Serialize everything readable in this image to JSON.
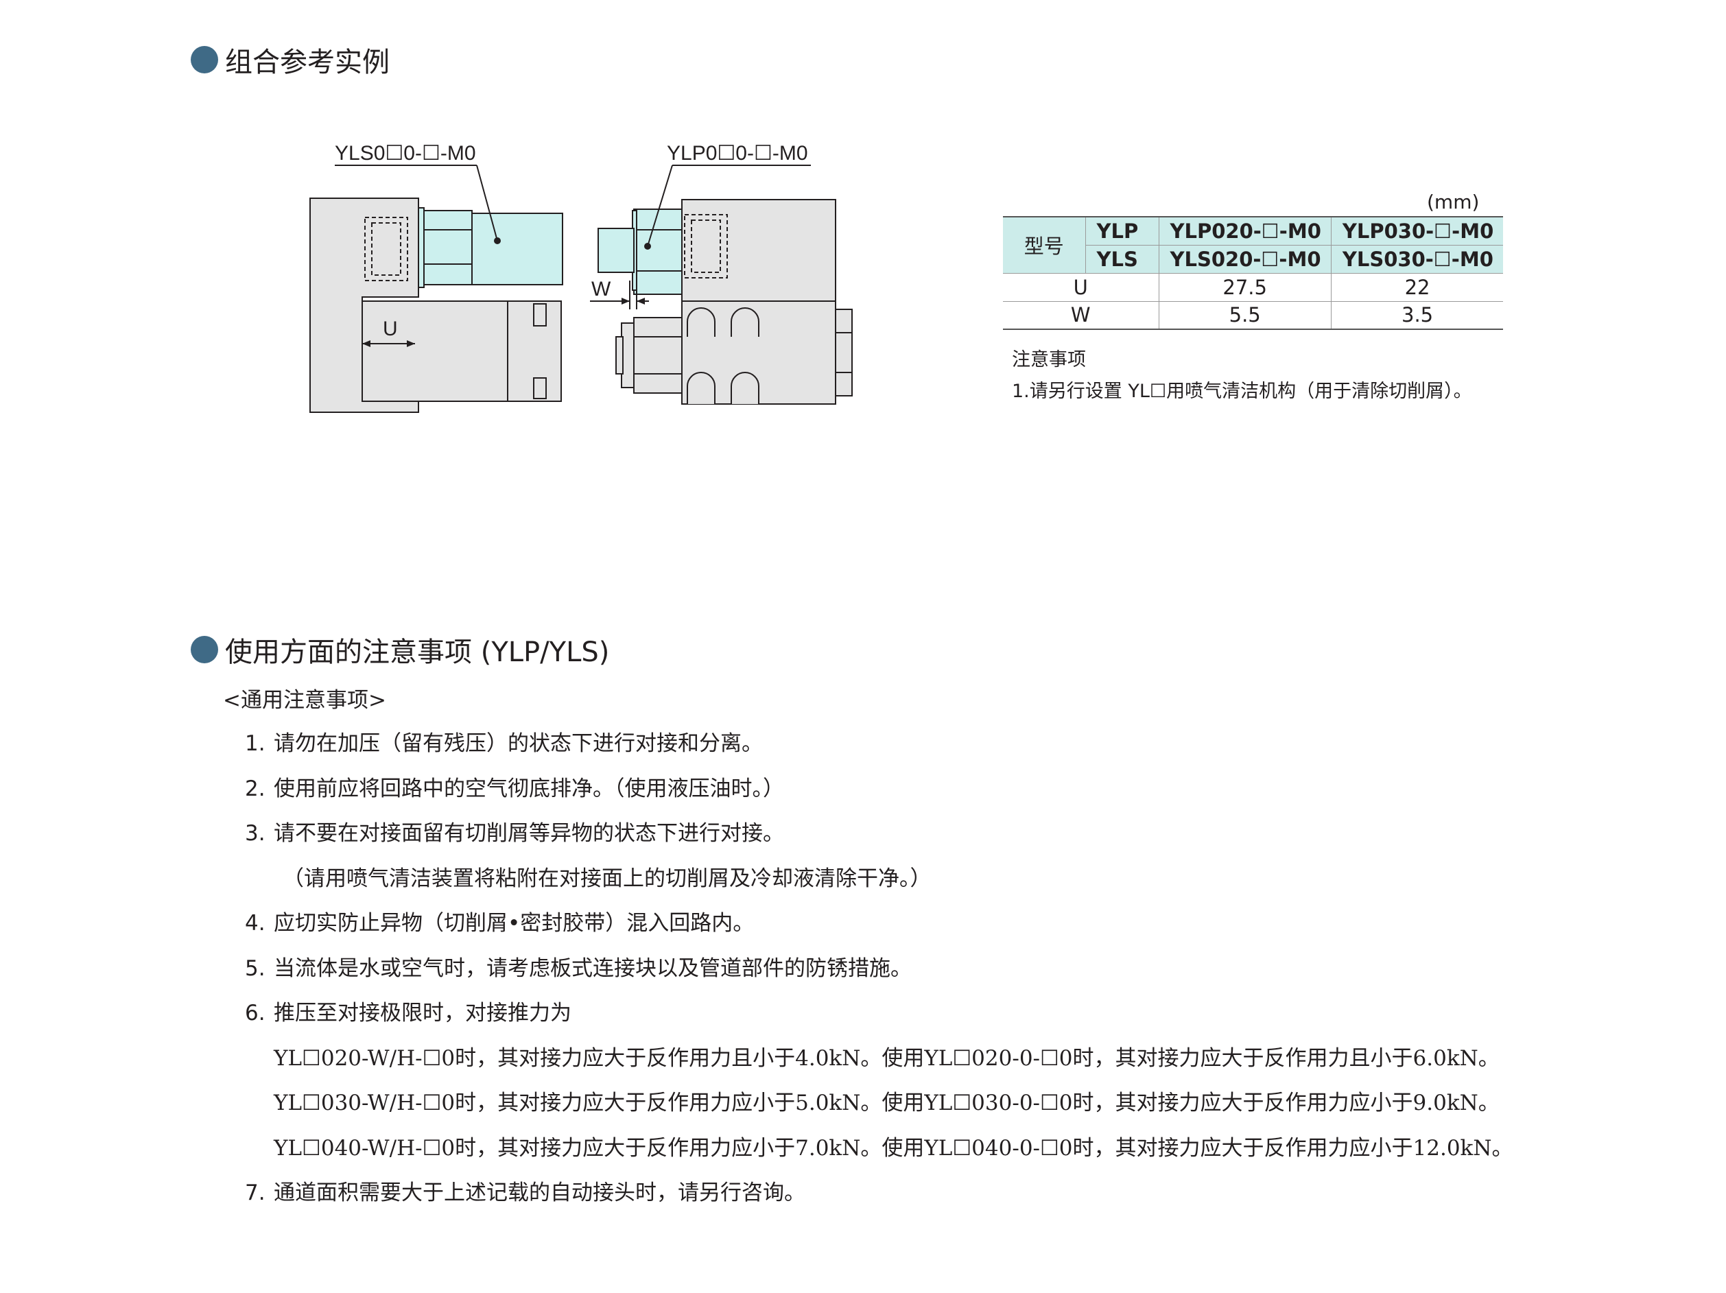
{
  "section1": {
    "title": "组合参考实例"
  },
  "diagram": {
    "label_yls": "YLS0☐0-☐-M0",
    "label_ylp": "YLP0☐0-☐-M0",
    "dim_u": "U",
    "dim_w": "W"
  },
  "table": {
    "unit": "(mm)",
    "header_label": "型号",
    "row_ylp": {
      "series": "YLP",
      "v1": "YLP020-☐-M0",
      "v2": "YLP030-☐-M0"
    },
    "row_yls": {
      "series": "YLS",
      "v1": "YLS020-☐-M0",
      "v2": "YLS030-☐-M0"
    },
    "row_u": {
      "label": "U",
      "v1": "27.5",
      "v2": "22"
    },
    "row_w": {
      "label": "W",
      "v1": "5.5",
      "v2": "3.5"
    },
    "colors": {
      "header_bg": "#ccecea"
    }
  },
  "notes": {
    "title": "注意事项",
    "item1": "1.请另行设置 YL☐用喷气清洁机构（用于清除切削屑）。"
  },
  "section2": {
    "title": "使用方面的注意事项 (YLP/YLS)",
    "subtitle": "<通用注意事项>",
    "items": [
      {
        "num": "1.",
        "text": "请勿在加压（留有残压）的状态下进行对接和分离。"
      },
      {
        "num": "2.",
        "text": "使用前应将回路中的空气彻底排净。（使用液压油时。）"
      },
      {
        "num": "3.",
        "text": "请不要在对接面留有切削屑等异物的状态下进行对接。"
      },
      {
        "num": "",
        "text": "（请用喷气清洁装置将粘附在对接面上的切削屑及冷却液清除干净。）"
      },
      {
        "num": "4.",
        "text": "应切实防止异物（切削屑•密封胶带）混入回路内。"
      },
      {
        "num": "5.",
        "text": "当流体是水或空气时，请考虑板式连接块以及管道部件的防锈措施。"
      },
      {
        "num": "6.",
        "text": "推压至对接极限时，对接推力为"
      },
      {
        "num": "",
        "text": "YL☐020-W/H-☐0时，其对接力应大于反作用力且小于4.0kN。使用YL☐020-0-☐0时，其对接力应大于反作用力且小于6.0kN。"
      },
      {
        "num": "",
        "text": "YL☐030-W/H-☐0时，其对接力应大于反作用力应小于5.0kN。使用YL☐030-0-☐0时，其对接力应大于反作用力应小于9.0kN。"
      },
      {
        "num": "",
        "text": "YL☐040-W/H-☐0时，其对接力应大于反作用力应小于7.0kN。使用YL☐040-0-☐0时，其对接力应大于反作用力应小于12.0kN。"
      },
      {
        "num": "7.",
        "text": "通道面积需要大于上述记载的自动接头时，请另行咨询。"
      }
    ]
  },
  "colors": {
    "bullet": "#3f6a86",
    "part_cyan": "#ccf0ee",
    "part_grey": "#e4e4e4"
  }
}
